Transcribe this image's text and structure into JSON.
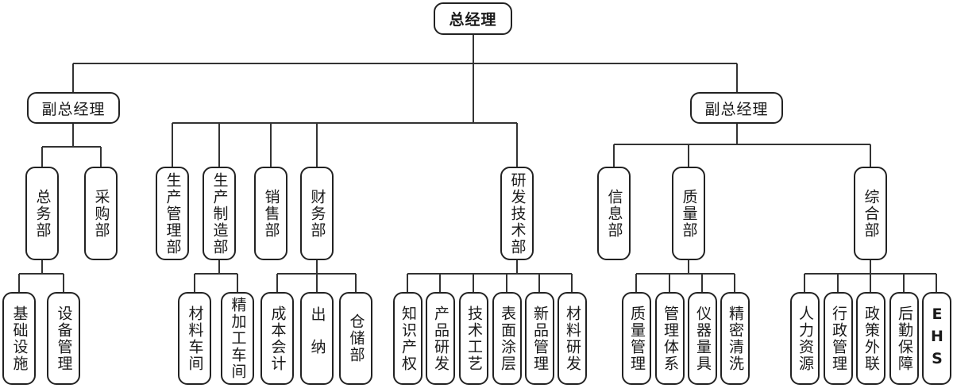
{
  "org": {
    "gm": "总经理",
    "vp_left": "副总经理",
    "vp_right": "副总经理",
    "dept_general": "总务部",
    "dept_purchase": "采购部",
    "dept_prod_mgmt": "生产管理部",
    "dept_prod_mfg": "生产制造部",
    "dept_sales": "销售部",
    "dept_finance": "财务部",
    "dept_rnd": "研发技术部",
    "dept_info": "信息部",
    "dept_quality": "质量部",
    "dept_comprehensive": "综合部",
    "sub_infra": "基础设施",
    "sub_equipment": "设备管理",
    "sub_material_ws": "材料车间",
    "sub_finishing_ws": "精加工车间",
    "sub_cost_acct": "成本会计",
    "sub_cashier": "出纳",
    "sub_warehouse": "仓储部",
    "sub_ip": "知识产权",
    "sub_product_rnd": "产品研发",
    "sub_tech_process": "技术工艺",
    "sub_coating": "表面涂层",
    "sub_new_product": "新品管理",
    "sub_material_rnd": "材料研发",
    "sub_quality_mgmt": "质量管理",
    "sub_mgmt_system": "管理体系",
    "sub_instruments": "仪器量具",
    "sub_precision_clean": "精密清洗",
    "sub_hr": "人力资源",
    "sub_admin": "行政管理",
    "sub_gov_liaison": "政策外联",
    "sub_logistics": "后勤保障",
    "sub_ehs": "EHS"
  }
}
